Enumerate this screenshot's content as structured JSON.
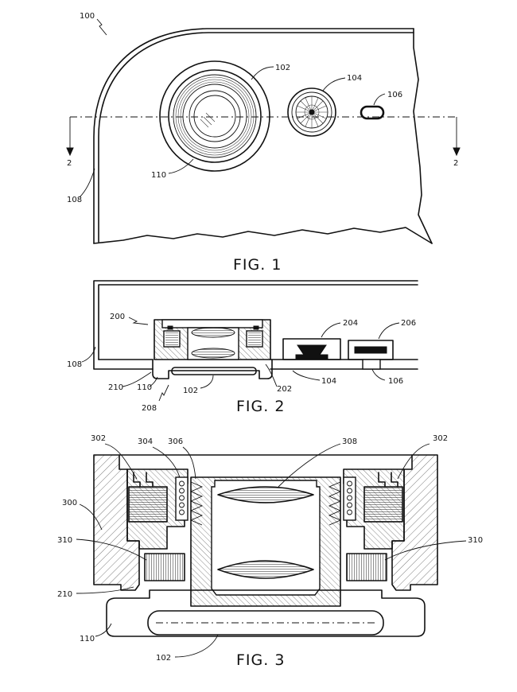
{
  "figures": [
    {
      "caption": "FIG. 1",
      "labels": {
        "r100": "100",
        "r102": "102",
        "r104": "104",
        "r106": "106",
        "r108": "108",
        "r110": "110",
        "sec_left": "2",
        "sec_right": "2"
      }
    },
    {
      "caption": "FIG. 2",
      "labels": {
        "r200": "200",
        "r204": "204",
        "r206": "206",
        "r108": "108",
        "r210": "210",
        "r110": "110",
        "r102": "102",
        "r202": "202",
        "r104": "104",
        "r106": "106",
        "r208": "208"
      }
    },
    {
      "caption": "FIG. 3",
      "labels": {
        "r302a": "302",
        "r304": "304",
        "r306": "306",
        "r308": "308",
        "r302b": "302",
        "r300": "300",
        "r310a": "310",
        "r310b": "310",
        "r210": "210",
        "r110": "110",
        "r102": "102"
      }
    }
  ],
  "colors": {
    "line": "#111111",
    "paper": "#ffffff"
  }
}
